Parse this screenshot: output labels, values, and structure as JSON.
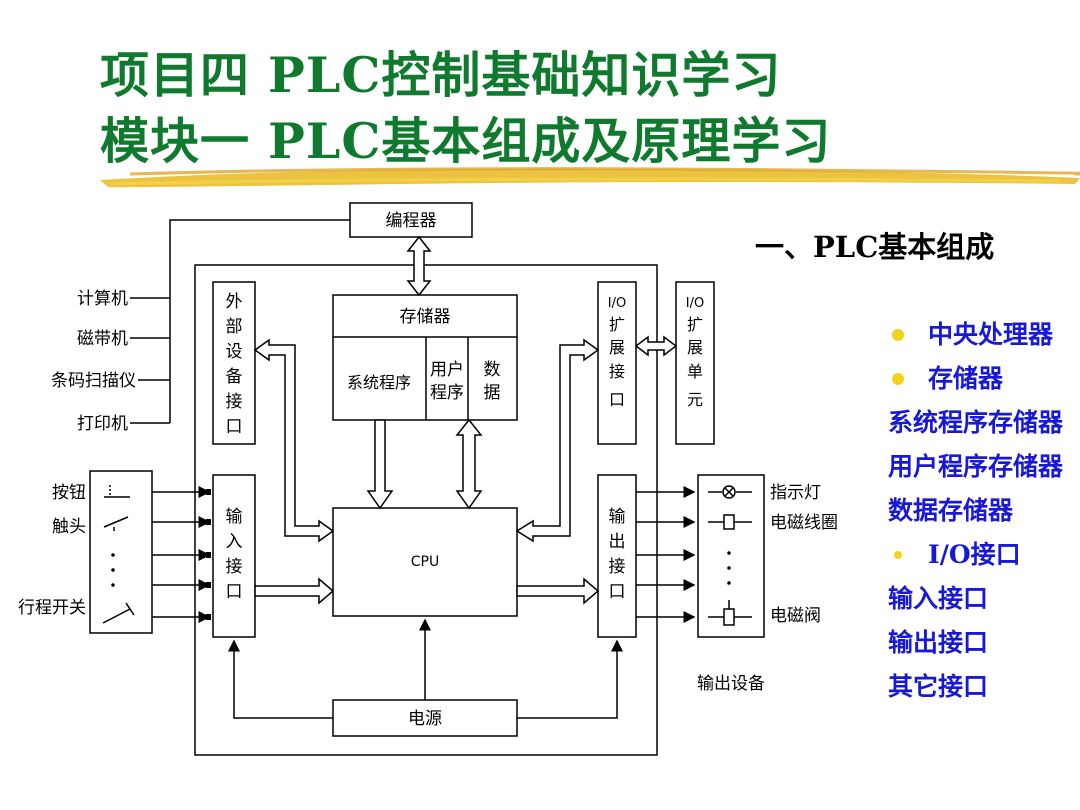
{
  "slide": {
    "title_line1": "项目四 PLC控制基础知识学习",
    "title_line2": "模块一 PLC基本组成及原理学习",
    "section_heading": "一、PLC基本组成",
    "colors": {
      "title": "#0f7a2e",
      "bullets": "#1818d8",
      "bullet_dot": "#f2d21c",
      "brush": "#e8b820"
    }
  },
  "bullets": [
    {
      "text": "中央处理器",
      "level": 1
    },
    {
      "text": "存储器",
      "level": 1
    },
    {
      "text": "系统程序存储器",
      "level": 2
    },
    {
      "text": "用户程序存储器",
      "level": 2
    },
    {
      "text": "数据存储器",
      "level": 2
    },
    {
      "text": "I/O接口",
      "level": 1
    },
    {
      "text": "输入接口",
      "level": 2
    },
    {
      "text": "输出接口",
      "level": 2
    },
    {
      "text": "其它接口",
      "level": 2
    }
  ],
  "diagram": {
    "programmer": "编程器",
    "peripherals": [
      "计算机",
      "磁带机",
      "条码扫描仪",
      "打印机"
    ],
    "external_interface": [
      "外",
      "部",
      "设",
      "备",
      "接",
      "口"
    ],
    "memory": {
      "title": "存储器",
      "system_program": "系统程序",
      "user_program": [
        "用户",
        "程序"
      ],
      "data": [
        "数",
        "据"
      ]
    },
    "io_expansion_interface": [
      "I/O",
      "扩",
      "展",
      "接",
      "口"
    ],
    "io_expansion_unit": [
      "I/O",
      "扩",
      "展",
      "单",
      "元"
    ],
    "inputs": [
      "按钮",
      "触头",
      "行程开关"
    ],
    "input_interface": [
      "输",
      "入",
      "接",
      "口"
    ],
    "cpu": "CPU",
    "output_interface": [
      "输",
      "出",
      "接",
      "口"
    ],
    "outputs": [
      "指示灯",
      "电磁线圈",
      "电磁阀"
    ],
    "output_devices_label": "输出设备",
    "power": "电源"
  }
}
